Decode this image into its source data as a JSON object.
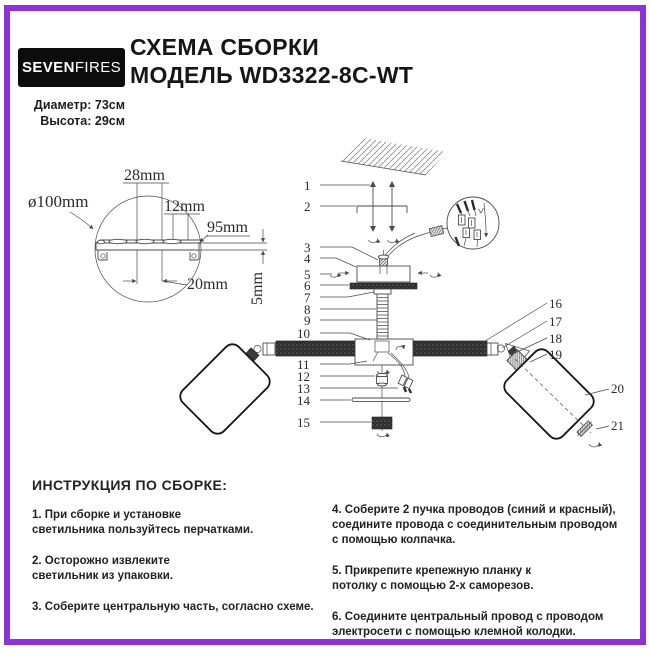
{
  "brand": {
    "logo_bold": "SEVEN",
    "logo_light": "FIRES"
  },
  "header": {
    "title_line1": "СХЕМА СБОРКИ",
    "title_line2": "МОДЕЛЬ WD3322-8C-WT",
    "diameter": "Диаметр: 73см",
    "height": "Высота: 29см"
  },
  "diagram": {
    "dims": {
      "d100": "ø100mm",
      "d28": "28mm",
      "d12": "12mm",
      "d95": "95mm",
      "d20": "20mm",
      "d5": "5mm"
    },
    "parts": [
      "1",
      "2",
      "3",
      "4",
      "5",
      "6",
      "7",
      "8",
      "9",
      "10",
      "11",
      "12",
      "13",
      "14",
      "15",
      "16",
      "17",
      "18",
      "19",
      "20",
      "21"
    ]
  },
  "instructions": {
    "heading": "ИНСТРУКЦИЯ ПО СБОРКЕ:",
    "left": [
      "1. При сборке и установке\nсветильника пользуйтесь перчатками.",
      "2. Осторожно извлеките\nсветильник из упаковки.",
      "3. Соберите центральную часть, согласно схеме."
    ],
    "right": [
      "4. Соберите 2 пучка проводов (синий и красный),\nсоедините провода с соединительным проводом\nс помощью колпачка.",
      "5. Прикрепите крепежную планку к\nпотолку с помощью 2-х саморезов.",
      "6. Соедините центральный провод с проводом\nэлектросети с помощью клемной колодки."
    ]
  },
  "colors": {
    "border_purple": "#8d33d6",
    "logo_background": "#0c0c0c",
    "text": "#222222",
    "line": "#4a4a4a"
  }
}
